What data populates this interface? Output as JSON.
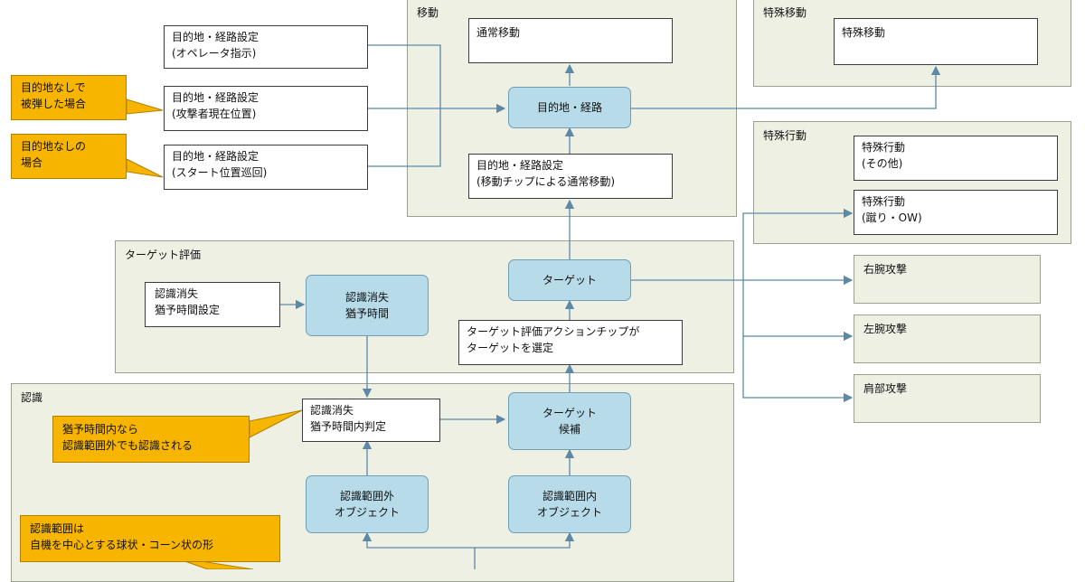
{
  "groups": {
    "move": "移動",
    "special_move": "特殊移動",
    "special_action": "特殊行動",
    "target_eval": "ターゲット評価",
    "recognition": "認識"
  },
  "boxes": {
    "normal_move": "通常移動",
    "special_move_inner": "特殊移動",
    "dest_route": "目的地・経路",
    "dest_chip": [
      "目的地・経路設定",
      "(移動チップによる通常移動)"
    ],
    "op_route": [
      "目的地・経路設定",
      "(オペレータ指示)"
    ],
    "attacker_route": [
      "目的地・経路設定",
      "(攻撃者現在位置)"
    ],
    "start_route": [
      "目的地・経路設定",
      "(スタート位置巡回)"
    ],
    "special_other": [
      "特殊行動",
      "(その他)"
    ],
    "special_kick": [
      "特殊行動",
      "(蹴り・OW)"
    ],
    "target": "ターゲット",
    "lost_setting": [
      "認識消失",
      "猶予時間設定"
    ],
    "lost_time": [
      "認識消失",
      "猶予時間"
    ],
    "target_select": [
      "ターゲット評価アクションチップが",
      "ターゲットを選定"
    ],
    "right_attack": "右腕攻撃",
    "left_attack": "左腕攻撃",
    "shoulder_attack": "肩部攻撃",
    "lost_judge": [
      "認識消失",
      "猶予時間内判定"
    ],
    "candidate": [
      "ターゲット",
      "候補"
    ],
    "out_range": [
      "認識範囲外",
      "オブジェクト"
    ],
    "in_range": [
      "認識範囲内",
      "オブジェクト"
    ]
  },
  "notes": {
    "no_dest_hit": [
      "目的地なしで",
      "被弾した場合"
    ],
    "no_dest": [
      "目的地なしの",
      "場合"
    ],
    "grace": [
      "猶予時間内なら",
      "認識範囲外でも認識される"
    ],
    "range": [
      "認識範囲は",
      "自機を中心とする球状・コーン状の形"
    ]
  },
  "colors": {
    "group_bg": "#eef0e4",
    "blue_box": "#b7dbe8",
    "note": "#f7b500",
    "arrow": "#5b89a6"
  }
}
